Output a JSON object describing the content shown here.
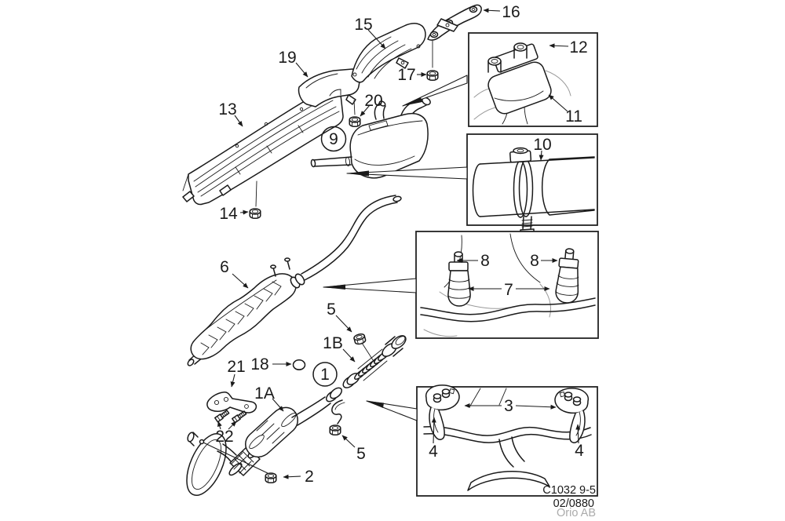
{
  "diagram": {
    "title_code": "C1032 9-5",
    "doc_number": "02/0880",
    "brand": "Orio AB"
  },
  "colors": {
    "line": "#1a1a1a",
    "box_border": "#222222",
    "faint_line": "#9a9a9a",
    "brand_text": "#ababab",
    "background": "#ffffff"
  },
  "callouts": {
    "c1": "1",
    "c1a": "1A",
    "c1b": "1B",
    "c2": "2",
    "c3": "3",
    "c4": "4",
    "c5": "5",
    "c6": "6",
    "c7": "7",
    "c8": "8",
    "c9": "9",
    "c10": "10",
    "c11": "11",
    "c12": "12",
    "c13": "13",
    "c14": "14",
    "c15": "15",
    "c16": "16",
    "c17": "17",
    "c18": "18",
    "c19": "19",
    "c20": "20",
    "c21": "21",
    "c22": "22"
  }
}
